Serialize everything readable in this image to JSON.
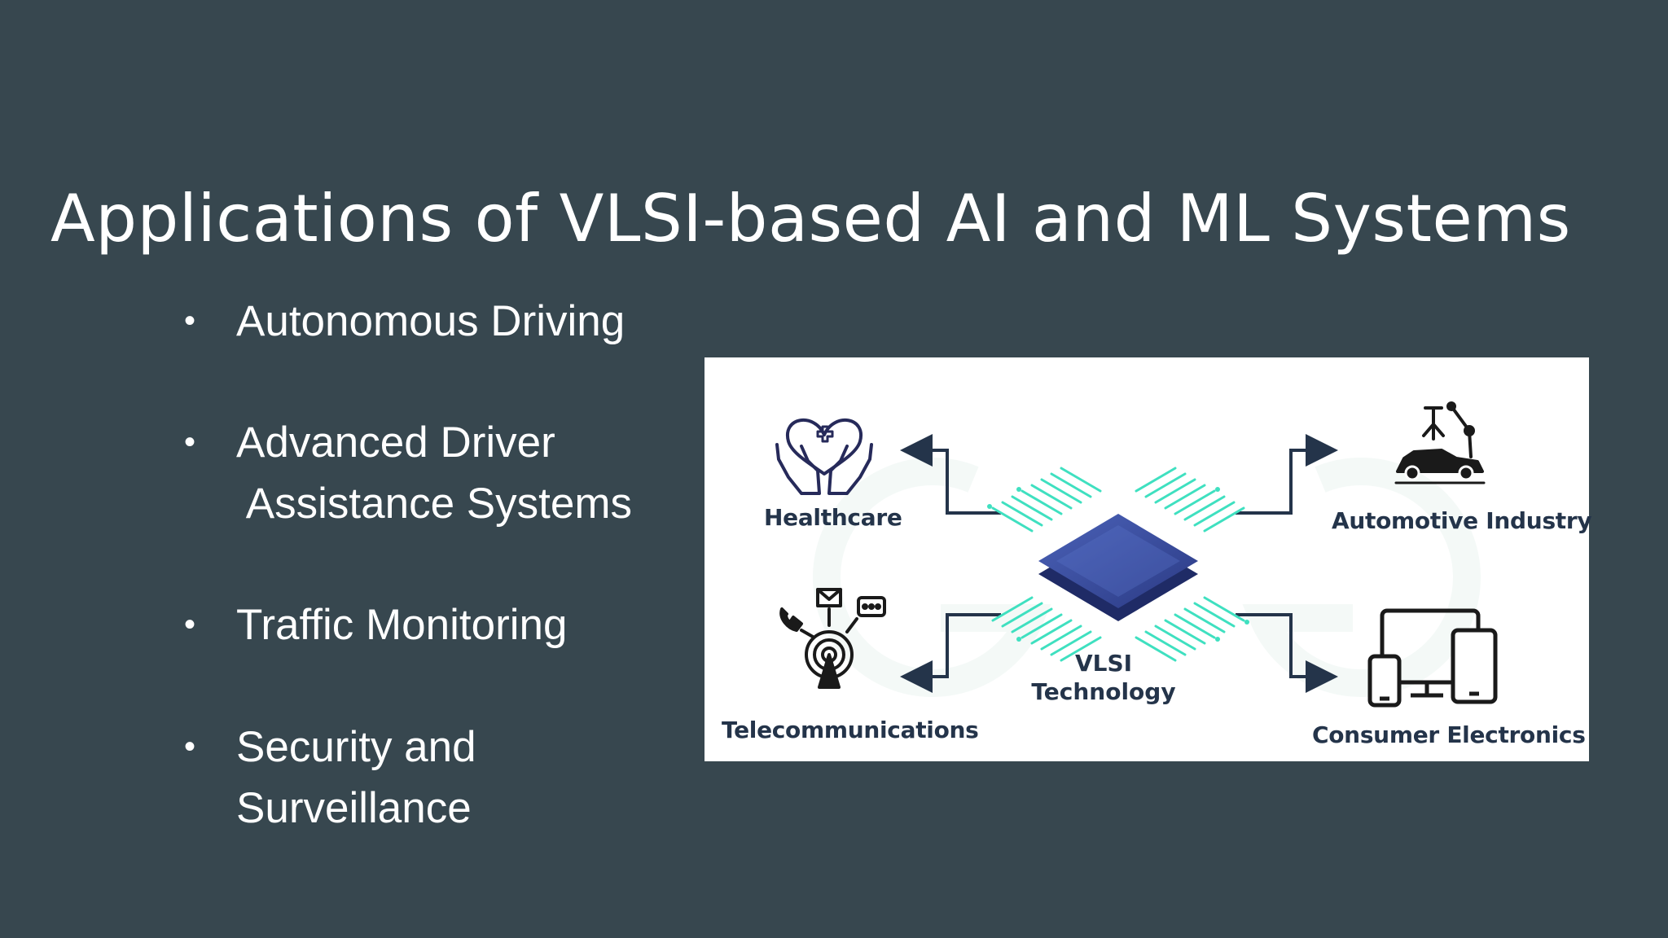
{
  "slide": {
    "title": "Applications of VLSI-based AI and ML Systems",
    "background_color": "#37474f"
  },
  "bullets": [
    {
      "bullet": "•",
      "lines": [
        "Autonomous Driving"
      ]
    },
    {
      "bullet": "•",
      "lines": [
        "Advanced Driver",
        " Assistance Systems"
      ]
    },
    {
      "bullet": "•",
      "lines": [
        "Traffic Monitoring"
      ]
    },
    {
      "bullet": "•",
      "lines": [
        "Security and",
        "Surveillance"
      ]
    }
  ],
  "diagram": {
    "center": {
      "line1": "VLSI",
      "line2": "Technology",
      "icon": "chip-icon"
    },
    "nodes": {
      "healthcare": {
        "label": "Healthcare",
        "icon": "heart-hands-icon"
      },
      "automotive": {
        "label": "Automotive Industry",
        "icon": "car-robot-arm-icon"
      },
      "telecom": {
        "label": "Telecommunications",
        "icon": "antenna-icon"
      },
      "consumer": {
        "label": "Consumer Electronics",
        "icon": "devices-icon"
      }
    },
    "colors": {
      "text": "#24344a",
      "chip": "#3a4fa0",
      "accent": "#3fe0c0"
    }
  }
}
